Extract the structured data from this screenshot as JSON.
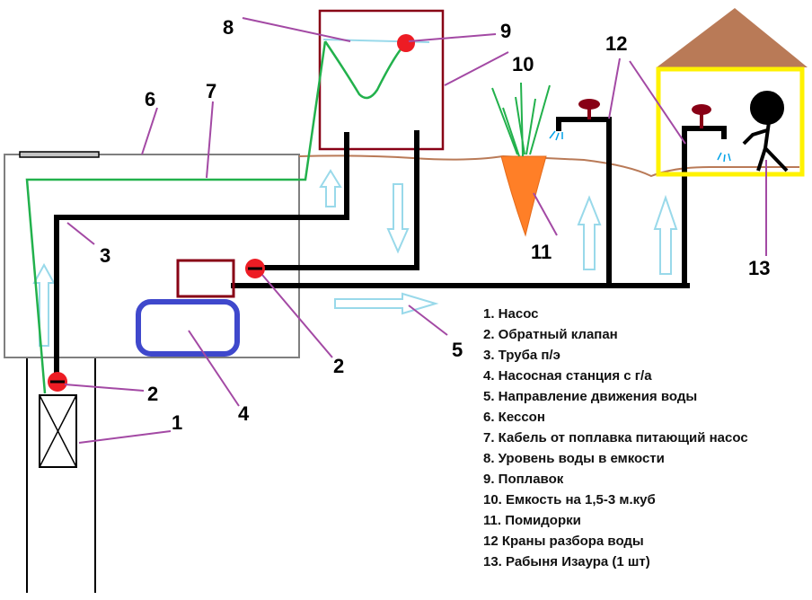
{
  "labels": {
    "n1": "1",
    "n2a": "2",
    "n2b": "2",
    "n3": "3",
    "n4": "4",
    "n5": "5",
    "n6": "6",
    "n7": "7",
    "n8": "8",
    "n9": "9",
    "n10": "10",
    "n11": "11",
    "n12": "12",
    "n13": "13"
  },
  "legend": [
    "1. Насос",
    "2. Обратный клапан",
    "3. Труба п/э",
    "4. Насосная станция с г/а",
    "5. Направление движения воды",
    "6. Кессон",
    "7. Кабель от поплавка питающий насос",
    "8. Уровень воды в емкости",
    "9. Поплавок",
    "10. Емкость на 1,5-3 м.куб",
    "11. Помидорки",
    "12 Краны разбора воды",
    "13. Рабыня Изаура (1 шт)"
  ],
  "colors": {
    "pipe": "#000000",
    "cable": "#22b14c",
    "valve": "#ed1c24",
    "caisson": "#7f7f7f",
    "tank": "#880015",
    "station": "#3f48cc",
    "arrow": "#99d9ea",
    "leader": "#a349a4",
    "ground": "#b97a57",
    "carrot": "#ff7f27",
    "roof": "#b97a57",
    "house": "#fff200"
  }
}
